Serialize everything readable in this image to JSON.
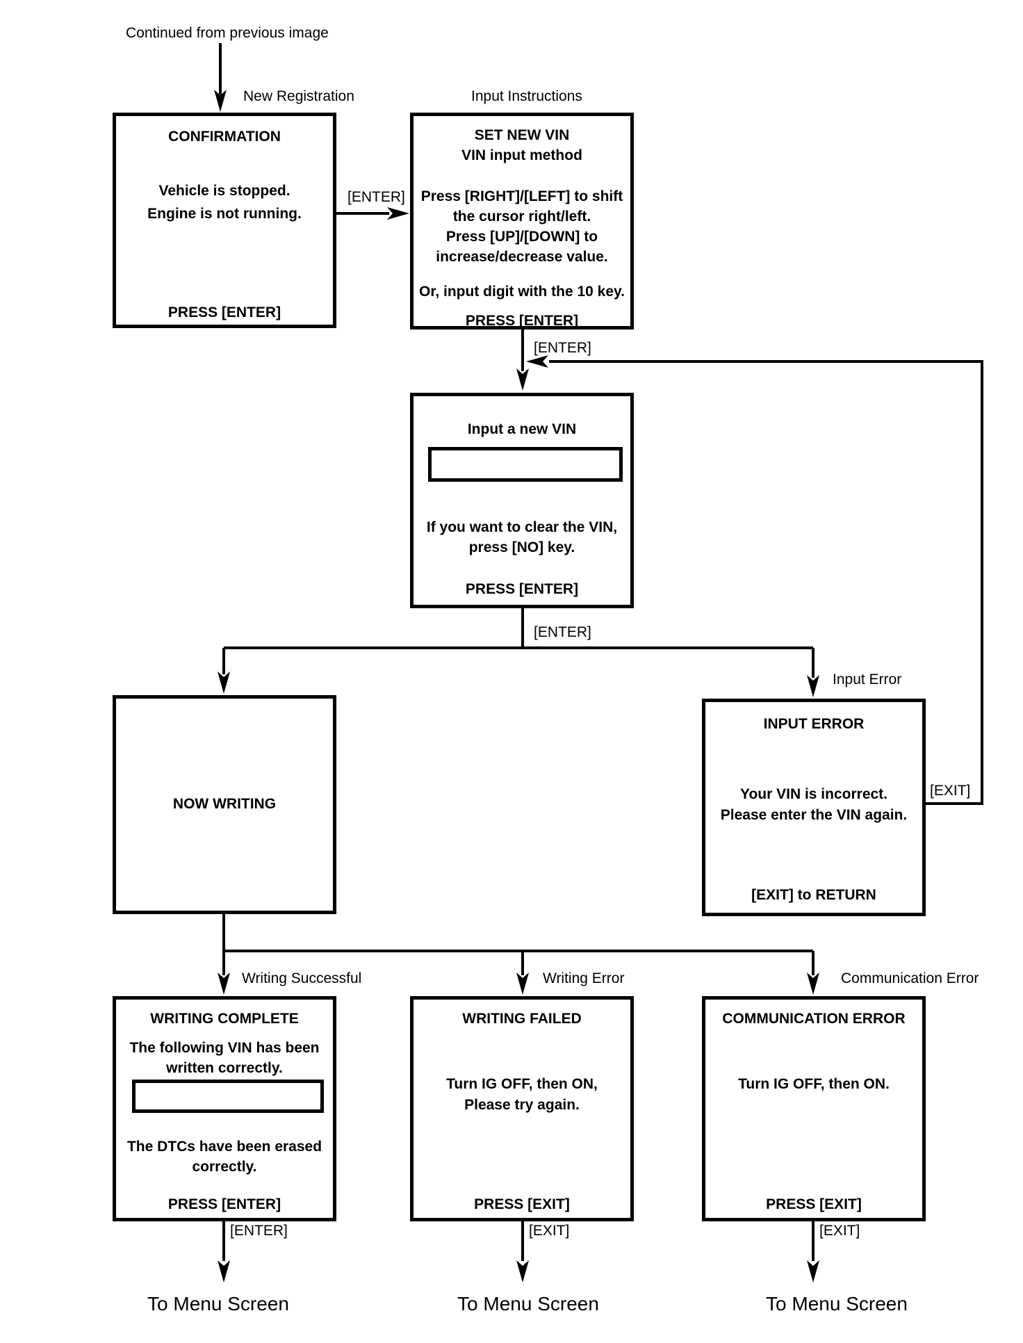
{
  "page": {
    "background": "#ffffff",
    "line_color": "#000000",
    "text_color": "#000000"
  },
  "labels": {
    "continued_from": "Continued from previous image",
    "new_registration": "New Registration",
    "input_instructions": "Input Instructions",
    "enter_to_instructions": "[ENTER]",
    "enter_to_vin_input": "[ENTER]",
    "enter_after_vin": "[ENTER]",
    "input_error": "Input Error",
    "exit_return_path": "[EXIT]",
    "writing_successful": "Writing Successful",
    "writing_error": "Writing Error",
    "communication_error": "Communication Error",
    "enter_bottom": "[ENTER]",
    "exit_bottom_mid": "[EXIT]",
    "exit_bottom_right": "[EXIT]",
    "to_menu_left": "To Menu Screen",
    "to_menu_mid": "To Menu Screen",
    "to_menu_right": "To Menu Screen"
  },
  "boxes": {
    "confirmation": {
      "title": "CONFIRMATION",
      "line1": "Vehicle is stopped.",
      "line2": "Engine is not running.",
      "footer": "PRESS [ENTER]"
    },
    "set_new_vin": {
      "title1": "SET NEW VIN",
      "title2": "VIN input method",
      "line1": "Press [RIGHT]/[LEFT] to shift",
      "line2": "the cursor right/left.",
      "line3": "Press [UP]/[DOWN] to",
      "line4": "increase/decrease value.",
      "line5": "Or, input digit with the 10 key.",
      "footer": "PRESS [ENTER]"
    },
    "input_new_vin": {
      "title": "Input a new VIN",
      "vin_value": "",
      "line1": "If you want to clear the VIN,",
      "line2": "press [NO] key.",
      "footer": "PRESS [ENTER]"
    },
    "now_writing": {
      "title": "NOW WRITING"
    },
    "input_error": {
      "title": "INPUT ERROR",
      "line1": "Your VIN is incorrect.",
      "line2": "Please enter the VIN again.",
      "footer": "[EXIT] to RETURN"
    },
    "writing_complete": {
      "title": "WRITING COMPLETE",
      "line1": "The following VIN has been",
      "line2": "written correctly.",
      "vin_value": "",
      "line3": "The DTCs have been erased",
      "line4": "correctly.",
      "footer": "PRESS [ENTER]"
    },
    "writing_failed": {
      "title": "WRITING FAILED",
      "line1": "Turn IG OFF, then ON,",
      "line2": "Please try again.",
      "footer": "PRESS [EXIT]"
    },
    "communication_error": {
      "title": "COMMUNICATION ERROR",
      "line1": "Turn IG OFF, then ON.",
      "footer": "PRESS [EXIT]"
    }
  }
}
